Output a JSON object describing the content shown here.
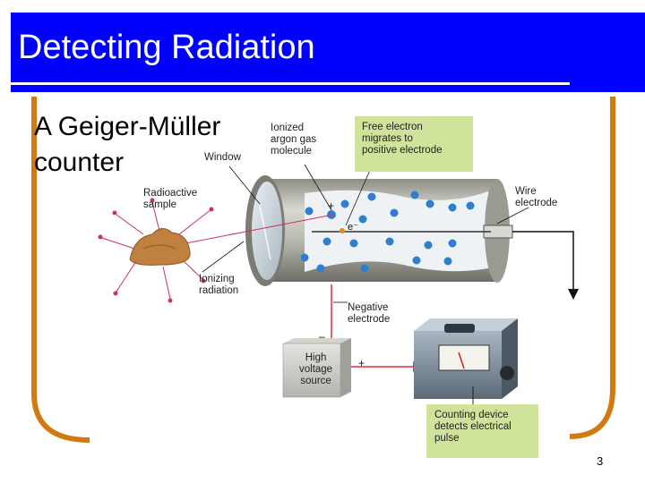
{
  "slide": {
    "title": "Detecting Radiation",
    "subtitle_lines": [
      "A Geiger-Müller",
      "counter"
    ],
    "slide_number": "3"
  },
  "diagram": {
    "labels": {
      "ionized_gas": [
        "Ionized",
        "argon gas",
        "molecule"
      ],
      "window": "Window",
      "free_electron": [
        "Free electron",
        "migrates to",
        "positive electrode"
      ],
      "wire_electrode": [
        "Wire",
        "electrode"
      ],
      "radioactive_sample": [
        "Radioactive",
        "sample"
      ],
      "ionizing_radiation": [
        "Ionizing",
        "radiation"
      ],
      "negative_electrode": [
        "Negative",
        "electrode"
      ],
      "high_voltage_source": [
        "High",
        "voltage",
        "source"
      ],
      "counting_device": [
        "Counting device",
        "detects electrical",
        "pulse"
      ],
      "plus_sign": "+",
      "minus_sign": "–",
      "electron_symbol": "e⁻"
    }
  },
  "colors": {
    "title_bar": "#0000ff",
    "frame_orange": "#d07a10",
    "label_green": "#cfe39a",
    "wire_red": "#e0303a",
    "particle_blue": "#2f7fd0"
  }
}
